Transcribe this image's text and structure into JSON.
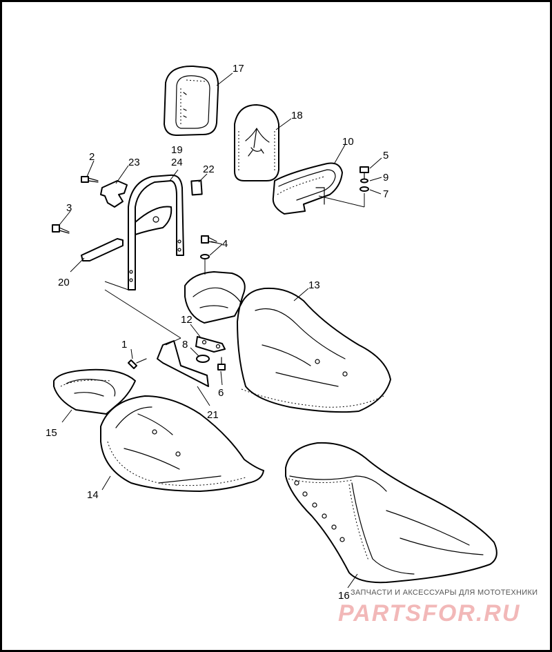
{
  "callouts": {
    "c1": "1",
    "c2": "2",
    "c3": "3",
    "c4": "4",
    "c5": "5",
    "c6": "6",
    "c7": "7",
    "c8": "8",
    "c9": "9",
    "c10": "10",
    "c12": "12",
    "c13": "13",
    "c14": "14",
    "c15": "15",
    "c16": "16",
    "c17": "17",
    "c18": "18",
    "c19": "19",
    "c20": "20",
    "c21": "21",
    "c22": "22",
    "c23": "23",
    "c24": "24"
  },
  "watermark": {
    "tagline": "ЗАПЧАСТИ И АКСЕССУАРЫ ДЛЯ МОТОТЕХНИКИ",
    "brand": "PARTSFOR.RU"
  },
  "colors": {
    "line": "#000000",
    "background": "#ffffff",
    "watermark_brand": "#f2b8b8"
  }
}
